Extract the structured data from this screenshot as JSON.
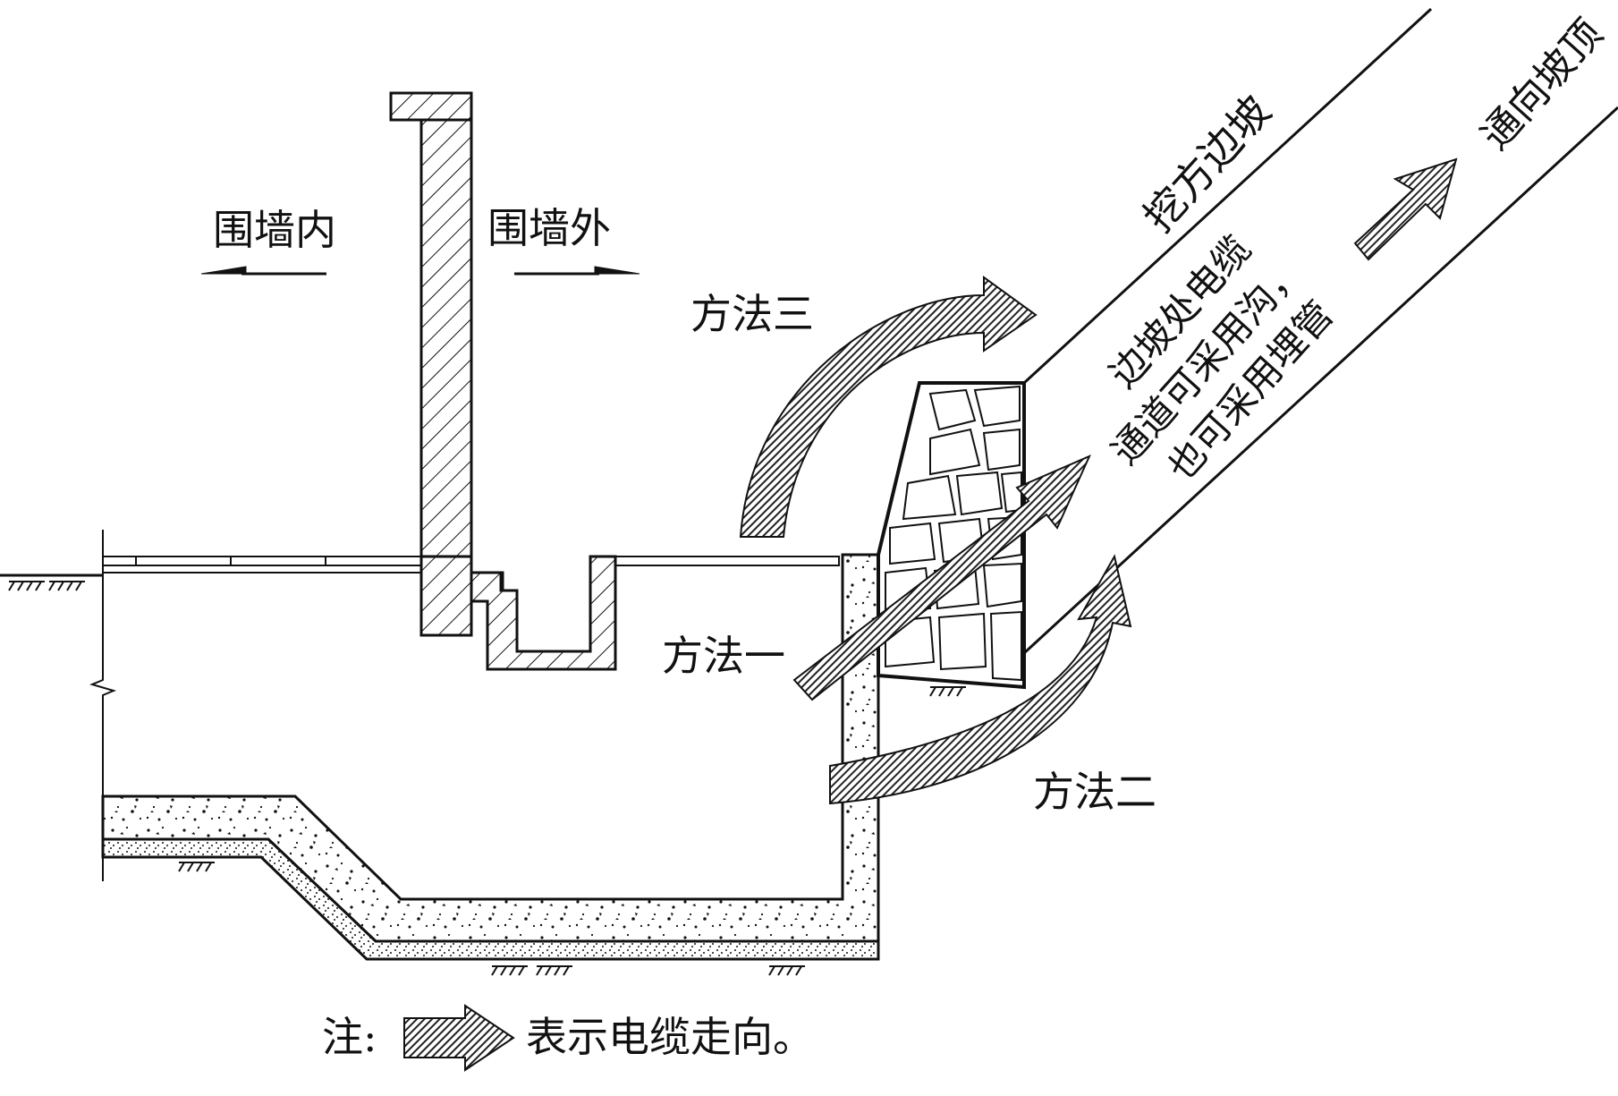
{
  "labels": {
    "inside_wall": "围墙内",
    "outside_wall": "围墙外",
    "method_one": "方法一",
    "method_two": "方法二",
    "method_three": "方法三",
    "slope": "挖方边坡",
    "note_line1": "边坡处电缆",
    "note_line2": "通道可采用沟，",
    "note_line3": "也可采用埋管",
    "to_top": "通向坡顶",
    "legend_prefix": "注:",
    "legend_text": "表示电缆走向。"
  },
  "colors": {
    "line": "#111111",
    "arrow_hatch": "#222222",
    "background": "#ffffff"
  },
  "icons": {
    "direction_arrow": "hatched-arrow-icon"
  }
}
